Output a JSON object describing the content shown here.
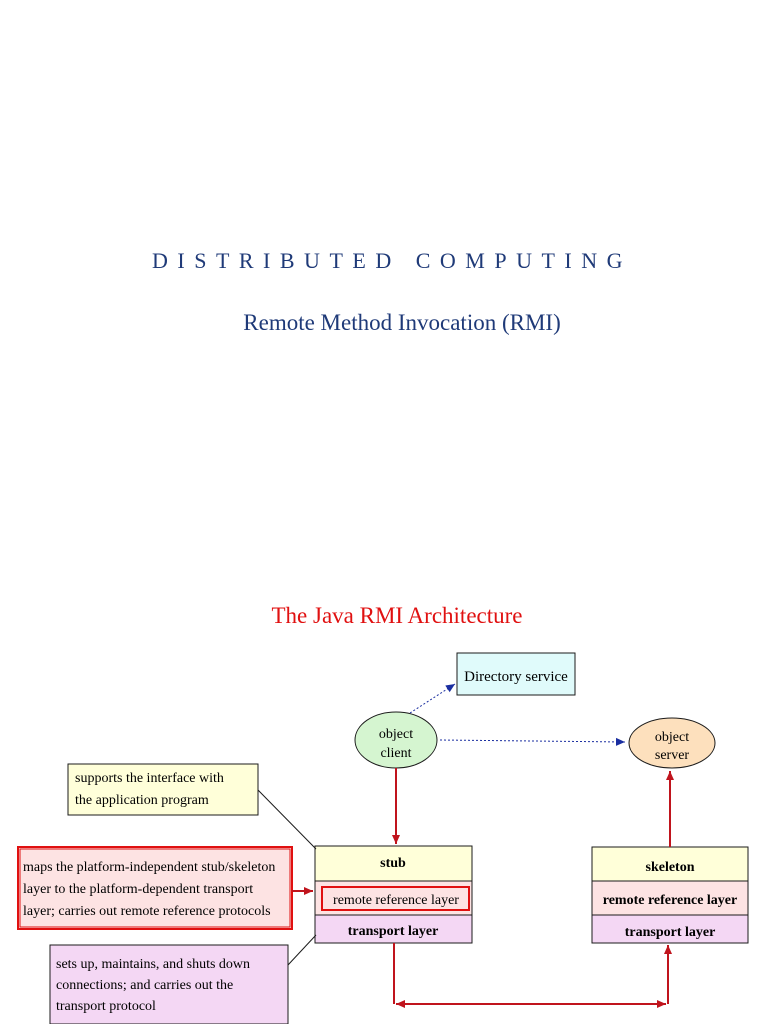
{
  "header": {
    "title": "DISTRIBUTED COMPUTING",
    "subtitle": "Remote Method Invocation (RMI)"
  },
  "diagram": {
    "heading": "The Java RMI Architecture",
    "directory_service": "Directory service",
    "object_client": [
      "object",
      "client"
    ],
    "object_server": [
      "object",
      "server"
    ],
    "client_stack": {
      "stub": "stub",
      "remote_reference_layer": "remote reference layer",
      "transport_layer": "transport layer"
    },
    "server_stack": {
      "skeleton": "skeleton",
      "remote_reference_layer": "remote reference layer",
      "transport_layer": "transport layer"
    },
    "callouts": {
      "interface": [
        "supports the interface with",
        "the application program"
      ],
      "reference": [
        "maps the platform-independent stub/skeleton",
        "layer to the platform-dependent transport",
        "layer; carries out remote reference protocols"
      ],
      "transport": [
        "sets up, maintains, and shuts down",
        "connections; and carries out the",
        "transport protocol"
      ]
    },
    "colors": {
      "title_blue": "#1f3a78",
      "heading_red": "#e01010",
      "stub_yellow": "#ffffd9",
      "reference_pink": "#fde3e3",
      "transport_violet": "#f4d7f4",
      "directory_cyan": "#e0fbfb",
      "client_green": "#d5f5d0",
      "server_peach": "#fde0bd",
      "arrow_red": "#c0141d",
      "arrow_blue": "#1a2ea0"
    }
  }
}
